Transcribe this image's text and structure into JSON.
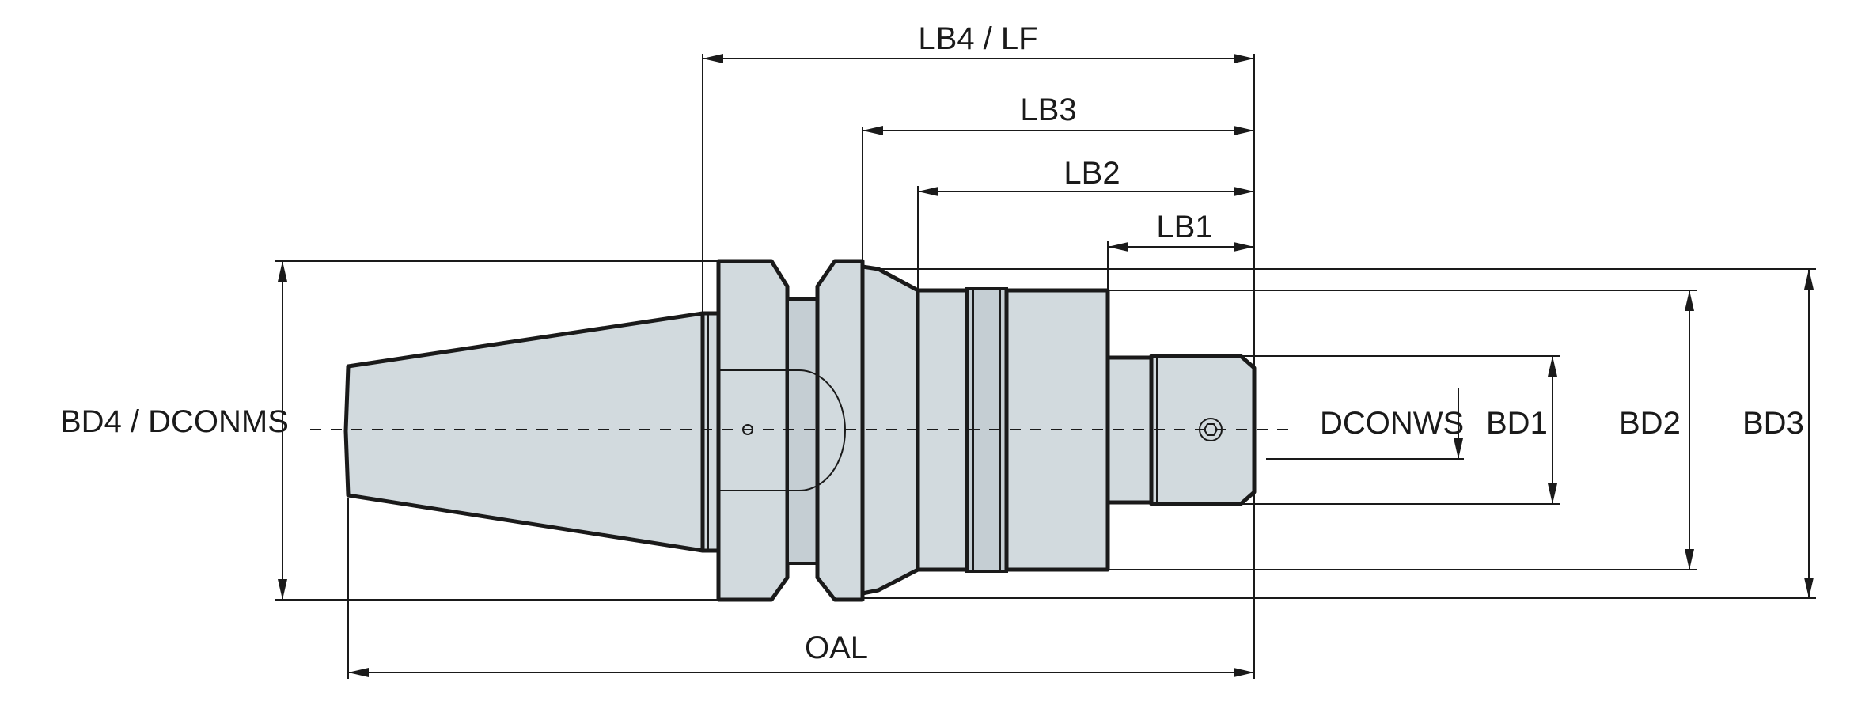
{
  "diagram": {
    "labels": {
      "lb4_lf": "LB4 / LF",
      "lb3": "LB3",
      "lb2": "LB2",
      "lb1": "LB1",
      "bd4_dconms": "BD4 / DCONMS",
      "dconws": "DCONWS",
      "bd1": "BD1",
      "bd2": "BD2",
      "bd3": "BD3",
      "oal": "OAL"
    },
    "colors": {
      "body_fill": "#d2dade",
      "outline": "#1a1a1a",
      "background": "#ffffff"
    }
  }
}
